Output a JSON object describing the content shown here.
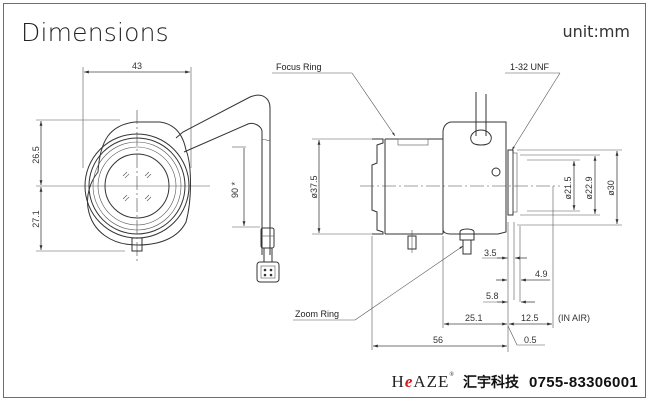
{
  "title": "Dimensions",
  "unit": "unit:mm",
  "front_view": {
    "width_dim": "43",
    "upper_height_dim": "26.5",
    "lower_height_dim": "27.1",
    "cable_dim": "90 *"
  },
  "side_view": {
    "focus_ring_label": "Focus Ring",
    "zoom_ring_label": "Zoom Ring",
    "mount_label": "1-32 UNF",
    "body_diameter": "ø37.5",
    "diameter_21_5": "ø21.5",
    "diameter_22_9": "ø22.9",
    "diameter_30": "ø30",
    "dim_3_5": "3.5",
    "dim_4_9": "4.9",
    "dim_5_8": "5.8",
    "dim_25_1": "25.1",
    "dim_12_5": "12.5",
    "in_air_note": "(IN AIR)",
    "dim_56": "56",
    "dim_0_5": "0.5"
  },
  "footer": {
    "logo_h": "H",
    "logo_e": "e",
    "logo_rest": "AZE",
    "logo_mark": "®",
    "company_cn": "汇宇科技",
    "phone": "0755-83306001"
  },
  "colors": {
    "logo_accent": "#d8141c",
    "frame": "#6e6e6e"
  }
}
